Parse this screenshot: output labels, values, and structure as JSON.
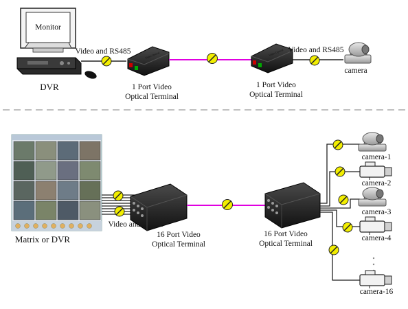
{
  "top": {
    "monitor_label": "Monitor",
    "dvr_label": "DVR",
    "signal_left": "Video and RS485",
    "signal_right": "Video and RS485",
    "terminal_left": [
      "1 Port Video",
      "Optical Terminal"
    ],
    "terminal_right": [
      "1 Port Video",
      "Optical Terminal"
    ],
    "camera_label": "camera"
  },
  "bottom": {
    "source_label": "Matrix or DVR",
    "signal_label": "Video and RS485",
    "terminal_left": [
      "16 Port Video",
      "Optical Terminal"
    ],
    "terminal_right": [
      "16 Port Video",
      "Optical Terminal"
    ],
    "cameras": [
      {
        "label": "camera-1",
        "kind": "ptz-dome-icon"
      },
      {
        "label": "camera-2",
        "kind": "box-camera-icon"
      },
      {
        "label": "camera-3",
        "kind": "ptz-dome-icon"
      },
      {
        "label": "camera-4",
        "kind": "box-camera-icon"
      },
      {
        "label": "camera-16",
        "kind": "box-camera-icon"
      }
    ]
  },
  "colors": {
    "fiber": "#e000e0",
    "connector": "#f2ee00",
    "cable": "#222222",
    "device": "#1e1e1e",
    "divider": "#9a9a9a"
  }
}
